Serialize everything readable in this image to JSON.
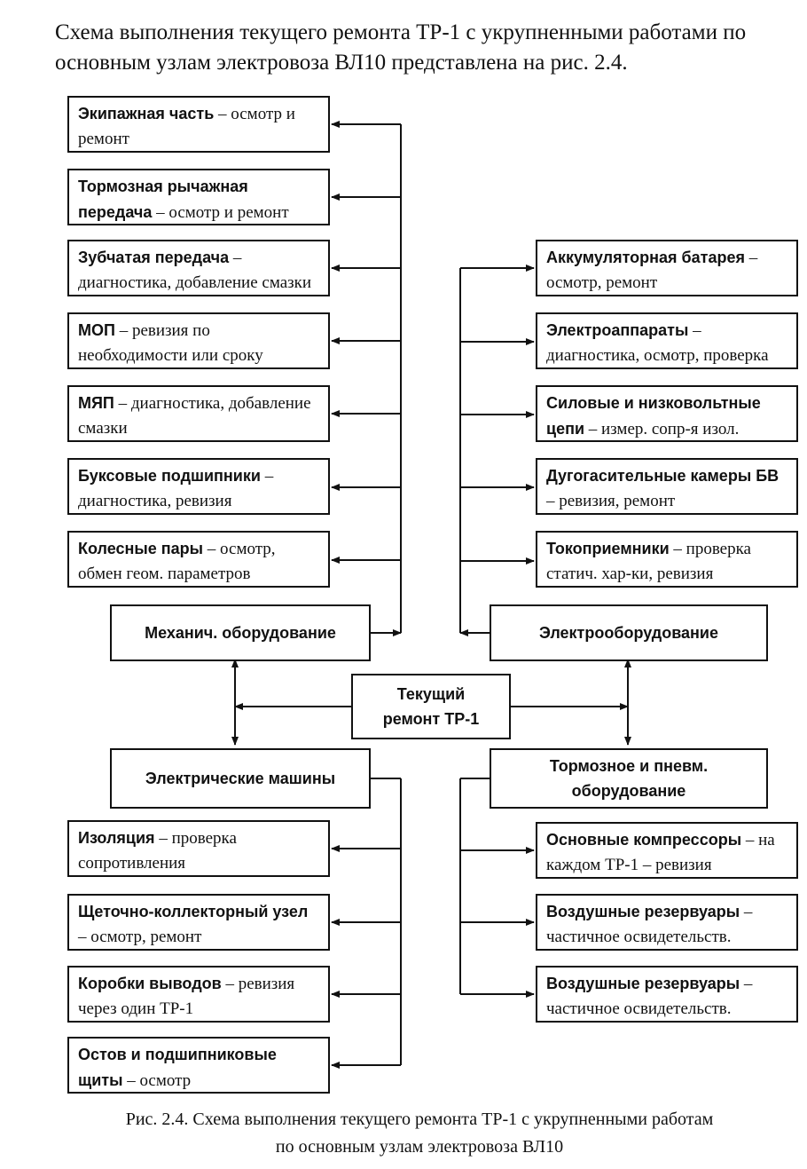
{
  "intro_text": "Схема выполнения текущего ремонта ТР-1 с укрупненными работами по основным узлам электровоза ВЛ10 представлена на рис. 2.4.",
  "center": {
    "line1": "Текущий",
    "line2": "ремонт ТР-1"
  },
  "hubs": {
    "mech": "Механич. оборудование",
    "elec_equip": "Электрооборудование",
    "elec_machines": "Электрические машины",
    "brake_line1": "Тормозное и пневм.",
    "brake_line2": "оборудование"
  },
  "mech_items": [
    {
      "bold": "Экипажная часть",
      "rest": " – осмотр и ремонт"
    },
    {
      "bold": "Тормозная рычажная передача",
      "rest": " – осмотр и ремонт"
    },
    {
      "bold": "Зубчатая передача",
      "rest": " – диагностика, добавление смазки"
    },
    {
      "bold": "МОП",
      "rest": " – ревизия по необходимости или сроку"
    },
    {
      "bold": "МЯП",
      "rest": " – диагностика, добавление смазки"
    },
    {
      "bold": "Буксовые подшипники",
      "rest": " – диагностика, ревизия"
    },
    {
      "bold": "Колесные пары",
      "rest": " – осмотр, обмен геом. параметров"
    }
  ],
  "elec_items": [
    {
      "bold": "Аккумуляторная батарея",
      "rest": " – осмотр, ремонт"
    },
    {
      "bold": "Электроаппараты",
      "rest": " – диагностика, осмотр, проверка"
    },
    {
      "bold": "Силовые и низковольтные цепи",
      "rest": " – измер. сопр-я изол."
    },
    {
      "bold": "Дугогасительные камеры БВ",
      "rest": " – ревизия, ремонт"
    },
    {
      "bold": "Токоприемники",
      "rest": " – проверка статич. хар-ки, ревизия"
    }
  ],
  "machine_items": [
    {
      "bold": "Изоляция",
      "rest": " – проверка сопротивления"
    },
    {
      "bold": "Щеточно-коллекторный узел",
      "rest": " – осмотр, ремонт"
    },
    {
      "bold": "Коробки выводов",
      "rest": " – ревизия через один ТР-1"
    },
    {
      "bold": "Остов и подшипниковые щиты",
      "rest": " – осмотр"
    }
  ],
  "brake_items": [
    {
      "bold": "Основные компрессоры",
      "rest": " – на каждом ТР-1 – ревизия"
    },
    {
      "bold": "Воздушные резервуары",
      "rest": " – частичное освидетельств."
    },
    {
      "bold": "Воздушные резервуары",
      "rest": " – частичное освидетельств."
    }
  ],
  "caption_line1": "Рис. 2.4. Схема выполнения текущего ремонта ТР-1 с укрупненными работам",
  "caption_line2": "по основным узлам электровоза ВЛ10"
}
